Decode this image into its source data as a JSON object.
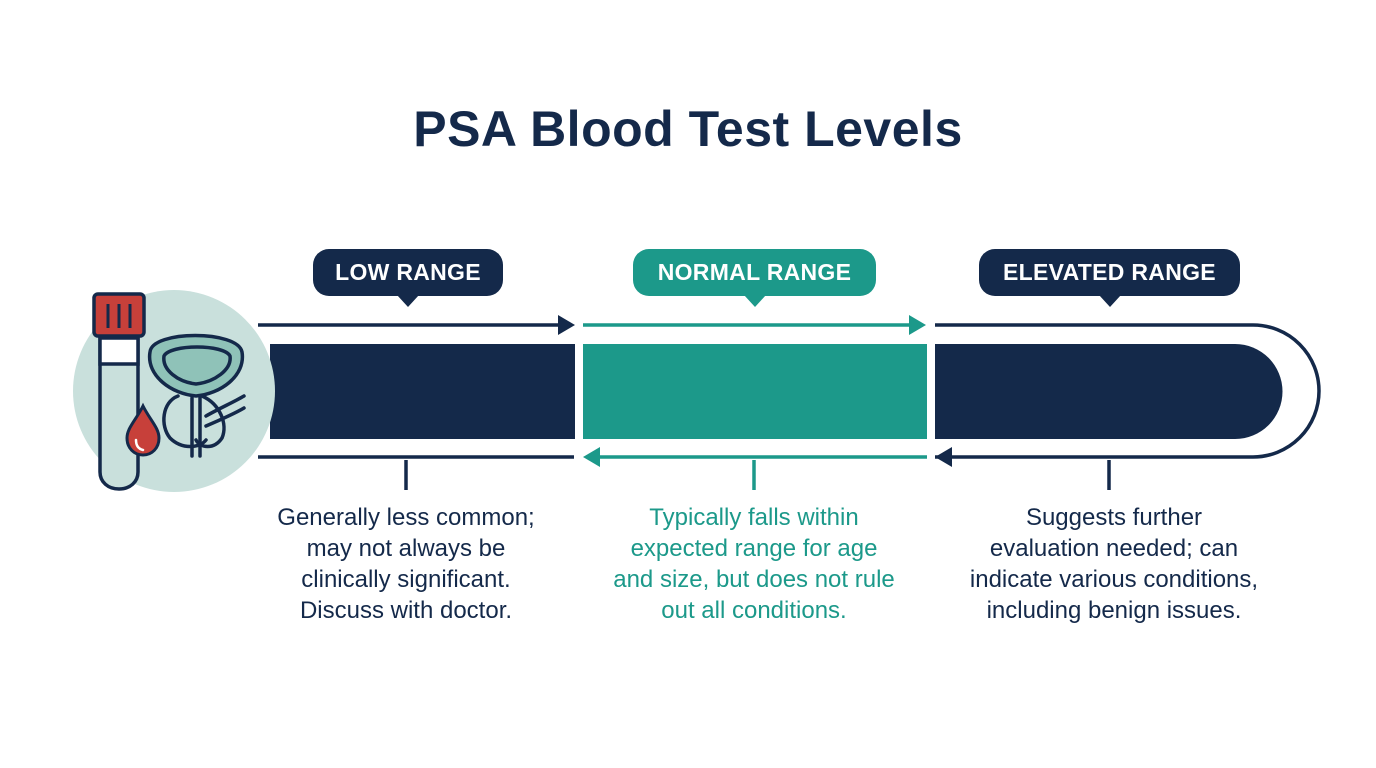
{
  "title": "PSA Blood Test Levels",
  "ranges": [
    {
      "label": "LOW RANGE",
      "description": [
        "Generally less common;",
        "may not always be",
        "clinically significant.",
        "Discuss with doctor."
      ]
    },
    {
      "label": "NORMAL RANGE",
      "description": [
        "Typically falls within",
        "expected range for age",
        "and size, but does not rule",
        "out all conditions."
      ]
    },
    {
      "label": "ELEVATED RANGE",
      "description": [
        "Suggests further",
        "evaluation needed; can",
        "indicate various conditions,",
        "including benign issues."
      ]
    }
  ],
  "icons": [
    "blood-tube-icon",
    "prostate-icon",
    "blood-drop-icon"
  ],
  "colors": {
    "navy": "#14294a",
    "teal": "#1c998a",
    "icon_bg": "#c9e0dc",
    "tube_cap": "#c7403a"
  }
}
